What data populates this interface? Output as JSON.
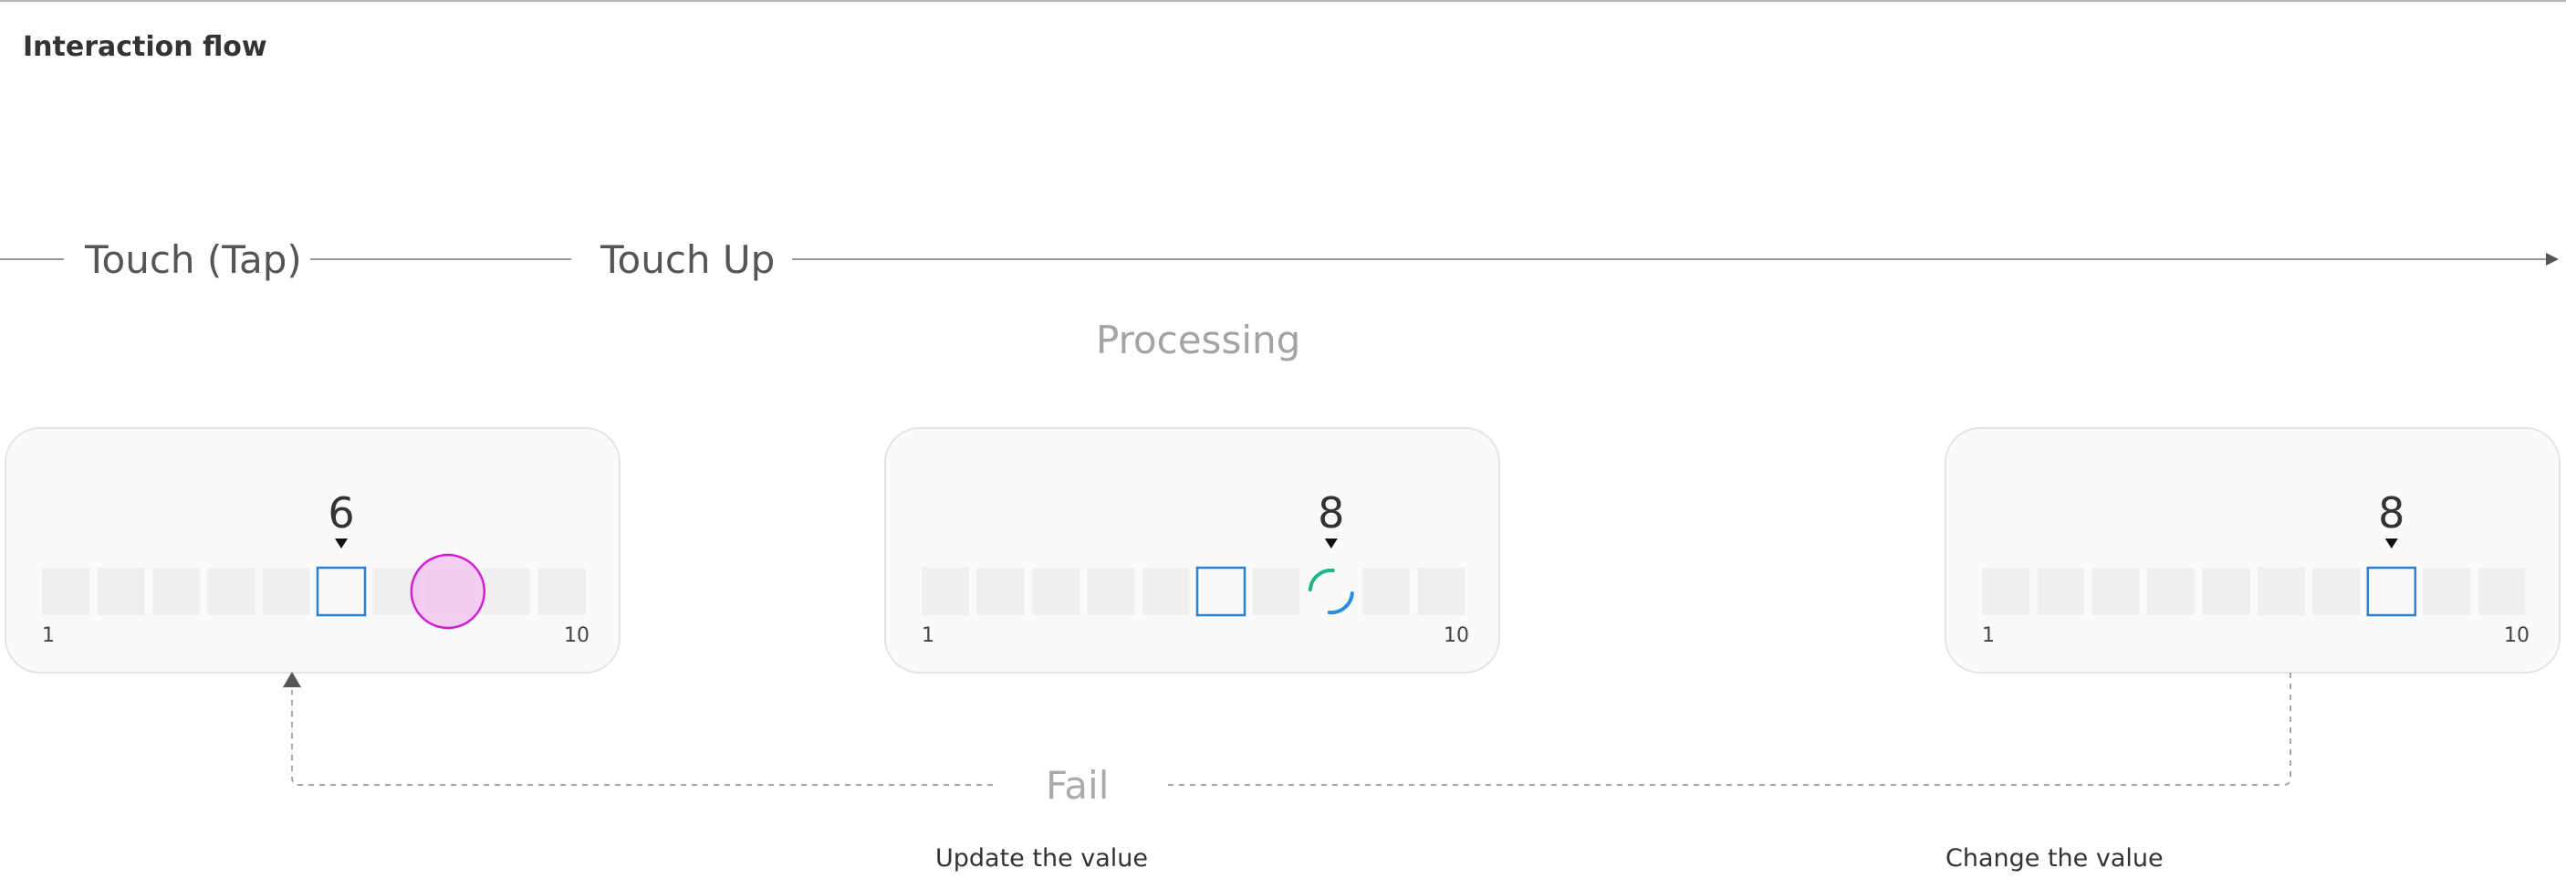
{
  "page_title": "Interaction flow",
  "stages": {
    "touch_tap": "Touch (Tap)",
    "touch_up": "Touch Up",
    "processing": "Processing",
    "fail": "Fail"
  },
  "notes": {
    "update": "Update the value",
    "change": "Change the value"
  },
  "cards": [
    {
      "id": "tap",
      "value": "6",
      "selected": 6,
      "touch_at": 8,
      "spinner_at": null,
      "min": "1",
      "max": "10"
    },
    {
      "id": "processing",
      "value": "8",
      "selected": 6,
      "touch_at": null,
      "spinner_at": 8,
      "min": "1",
      "max": "10"
    },
    {
      "id": "result",
      "value": "8",
      "selected": 8,
      "touch_at": null,
      "spinner_at": null,
      "min": "1",
      "max": "10"
    }
  ],
  "colors": {
    "selection": "#2f7fd6",
    "touch_fill": "#f0c6ee",
    "touch_stroke": "#d21ed4",
    "spinner_green": "#1fb58a",
    "spinner_blue": "#2a8de0"
  }
}
